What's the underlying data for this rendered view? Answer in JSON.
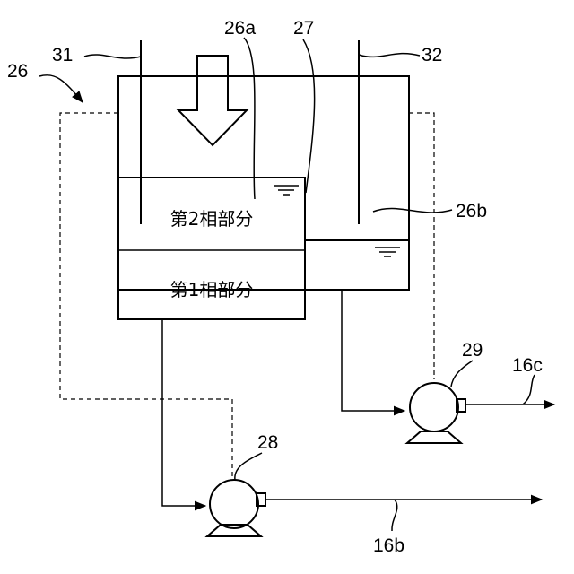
{
  "labels": {
    "ref_26": "26",
    "ref_31": "31",
    "ref_26a": "26a",
    "ref_27": "27",
    "ref_32": "32",
    "ref_26b": "26b",
    "ref_29": "29",
    "ref_16c": "16c",
    "ref_28": "28",
    "ref_16b": "16b"
  },
  "phases": {
    "second": "第2相部分",
    "first": "第1相部分"
  }
}
